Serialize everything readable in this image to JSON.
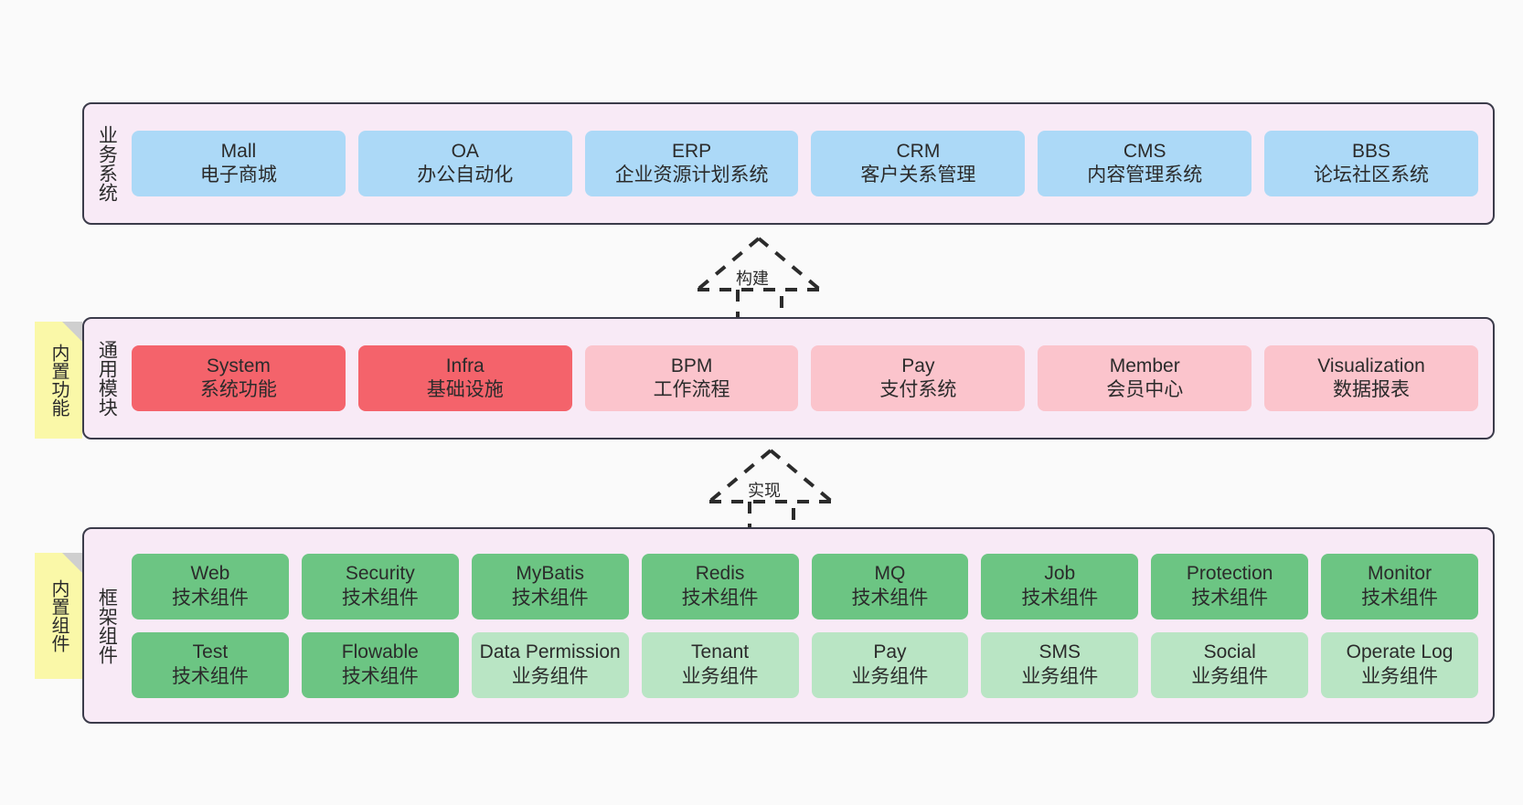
{
  "diagram": {
    "title": "",
    "background_color": "#FAFAFA",
    "panel_color": "#F8EAF6",
    "panel_border_color": "#3B3B4A",
    "colors": {
      "business_blue": "#ACD9F7",
      "core_red": "#F4636B",
      "module_pink": "#FBC4CC",
      "tech_green": "#6CC583",
      "biz_light_green": "#B9E5C4",
      "sticky_yellow": "#FAF8A8",
      "sticky_fold": "#CFCFCF"
    }
  },
  "layers": {
    "business": {
      "title": "业务系统",
      "cards": [
        {
          "en": "Mall",
          "cn": "电子商城",
          "color": "blue"
        },
        {
          "en": "OA",
          "cn": "办公自动化",
          "color": "blue"
        },
        {
          "en": "ERP",
          "cn": "企业资源计划系统",
          "color": "blue"
        },
        {
          "en": "CRM",
          "cn": "客户关系管理",
          "color": "blue"
        },
        {
          "en": "CMS",
          "cn": "内容管理系统",
          "color": "blue"
        },
        {
          "en": "BBS",
          "cn": "论坛社区系统",
          "color": "blue"
        }
      ]
    },
    "modules": {
      "title": "通用模块",
      "sticky": "内置功能",
      "cards": [
        {
          "en": "System",
          "cn": "系统功能",
          "color": "red"
        },
        {
          "en": "Infra",
          "cn": "基础设施",
          "color": "red"
        },
        {
          "en": "BPM",
          "cn": "工作流程",
          "color": "pink"
        },
        {
          "en": "Pay",
          "cn": "支付系统",
          "color": "pink"
        },
        {
          "en": "Member",
          "cn": "会员中心",
          "color": "pink"
        },
        {
          "en": "Visualization",
          "cn": "数据报表",
          "color": "pink"
        }
      ]
    },
    "framework": {
      "title": "框架组件",
      "sticky": "内置组件",
      "row1": [
        {
          "en": "Web",
          "cn": "技术组件",
          "color": "green"
        },
        {
          "en": "Security",
          "cn": "技术组件",
          "color": "green"
        },
        {
          "en": "MyBatis",
          "cn": "技术组件",
          "color": "green"
        },
        {
          "en": "Redis",
          "cn": "技术组件",
          "color": "green"
        },
        {
          "en": "MQ",
          "cn": "技术组件",
          "color": "green"
        },
        {
          "en": "Job",
          "cn": "技术组件",
          "color": "green"
        },
        {
          "en": "Protection",
          "cn": "技术组件",
          "color": "green"
        },
        {
          "en": "Monitor",
          "cn": "技术组件",
          "color": "green"
        }
      ],
      "row2": [
        {
          "en": "Test",
          "cn": "技术组件",
          "color": "green"
        },
        {
          "en": "Flowable",
          "cn": "技术组件",
          "color": "green"
        },
        {
          "en": "Data Permission",
          "cn": "业务组件",
          "color": "lightgreen"
        },
        {
          "en": "Tenant",
          "cn": "业务组件",
          "color": "lightgreen"
        },
        {
          "en": "Pay",
          "cn": "业务组件",
          "color": "lightgreen"
        },
        {
          "en": "SMS",
          "cn": "业务组件",
          "color": "lightgreen"
        },
        {
          "en": "Social",
          "cn": "业务组件",
          "color": "lightgreen"
        },
        {
          "en": "Operate Log",
          "cn": "业务组件",
          "color": "lightgreen"
        }
      ]
    }
  },
  "connectors": {
    "build": {
      "label": "构建",
      "style": "dashed-hollow-arrow",
      "direction": "up"
    },
    "implement": {
      "label": "实现",
      "style": "dashed-hollow-arrow",
      "direction": "up"
    }
  }
}
